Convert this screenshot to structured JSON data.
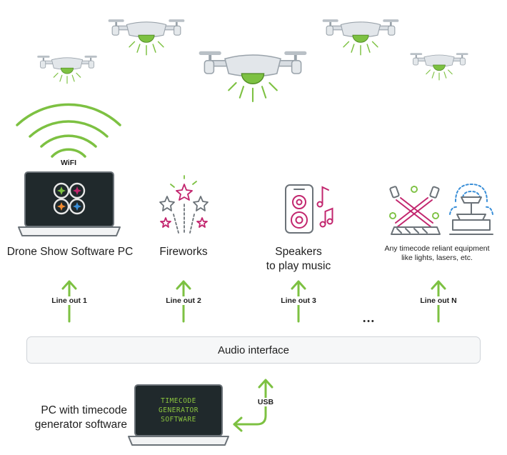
{
  "labels": {
    "wifi": "WiFI",
    "drone_pc": "Drone Show Software PC",
    "fireworks": "Fireworks",
    "speakers_line1": "Speakers",
    "speakers_line2": "to play music",
    "equipment_line1": "Any timecode reliant equipment",
    "equipment_line2": "like lights, lasers, etc.",
    "line_out_1": "Line out 1",
    "line_out_2": "Line out 2",
    "line_out_3": "Line out 3",
    "line_out_n": "Line out N",
    "ellipsis": "•••",
    "audio_interface": "Audio interface",
    "usb": "USB",
    "tc_pc_line1": "PC with timecode",
    "tc_pc_line2": "generator software",
    "tc_screen_1": "TIMECODE",
    "tc_screen_2": "GENERATOR",
    "tc_screen_3": "SOFTWARE"
  },
  "colors": {
    "accent_green": "#7dc142",
    "magenta": "#c2266e",
    "drone_body": "#d8dde2",
    "drone_outline": "#9aa3ab",
    "screen_dark": "#20292c",
    "outline_gray": "#6b7278"
  }
}
